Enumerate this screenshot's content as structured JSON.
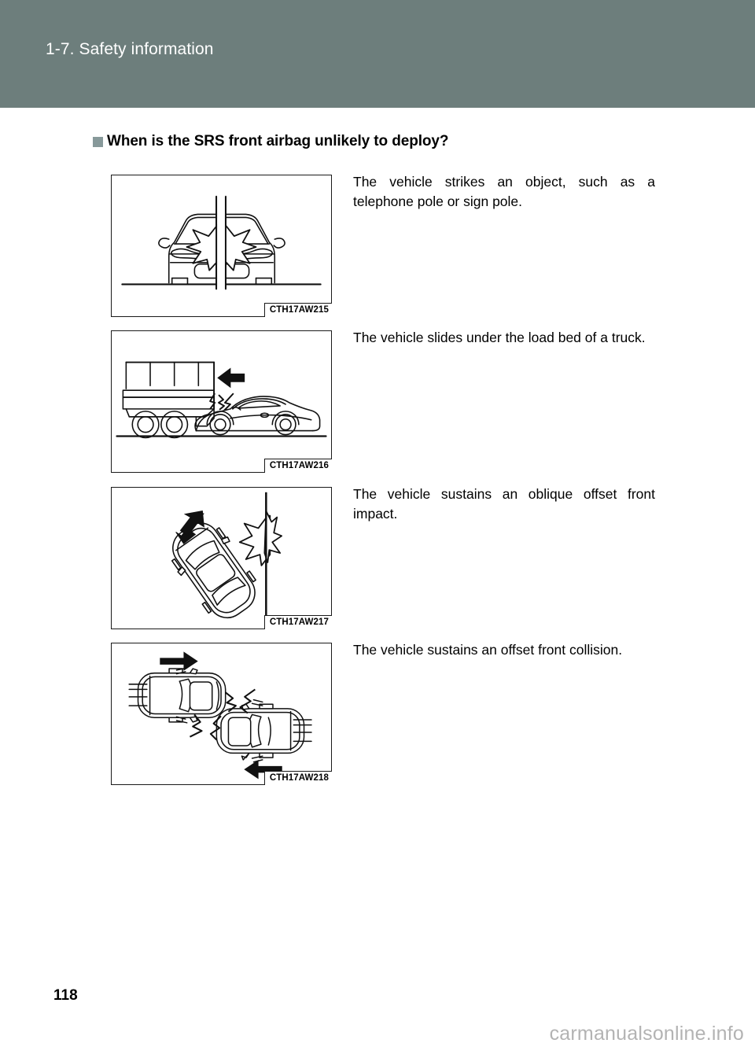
{
  "header": {
    "title": "1-7. Safety information",
    "band_color": "#6d7e7c"
  },
  "section": {
    "bullet_icon": "square-bullet-icon",
    "heading": "When is the SRS front airbag unlikely to deploy?"
  },
  "figures": [
    {
      "label": "CTH17AW215",
      "caption": "The vehicle strikes an object, such as a telephone pole or sign pole.",
      "art": "car-front-hits-pole-illustration"
    },
    {
      "label": "CTH17AW216",
      "caption": "The vehicle slides under the load bed of a truck.",
      "art": "car-slides-under-truck-illustration"
    },
    {
      "label": "CTH17AW217",
      "caption": "The vehicle sustains an oblique offset front impact.",
      "art": "car-oblique-offset-impact-illustration"
    },
    {
      "label": "CTH17AW218",
      "caption": "The vehicle sustains an offset front collision.",
      "art": "two-cars-offset-front-collision-illustration"
    }
  ],
  "footer": {
    "page_number": "118",
    "watermark": "carmanualsonline.info"
  }
}
